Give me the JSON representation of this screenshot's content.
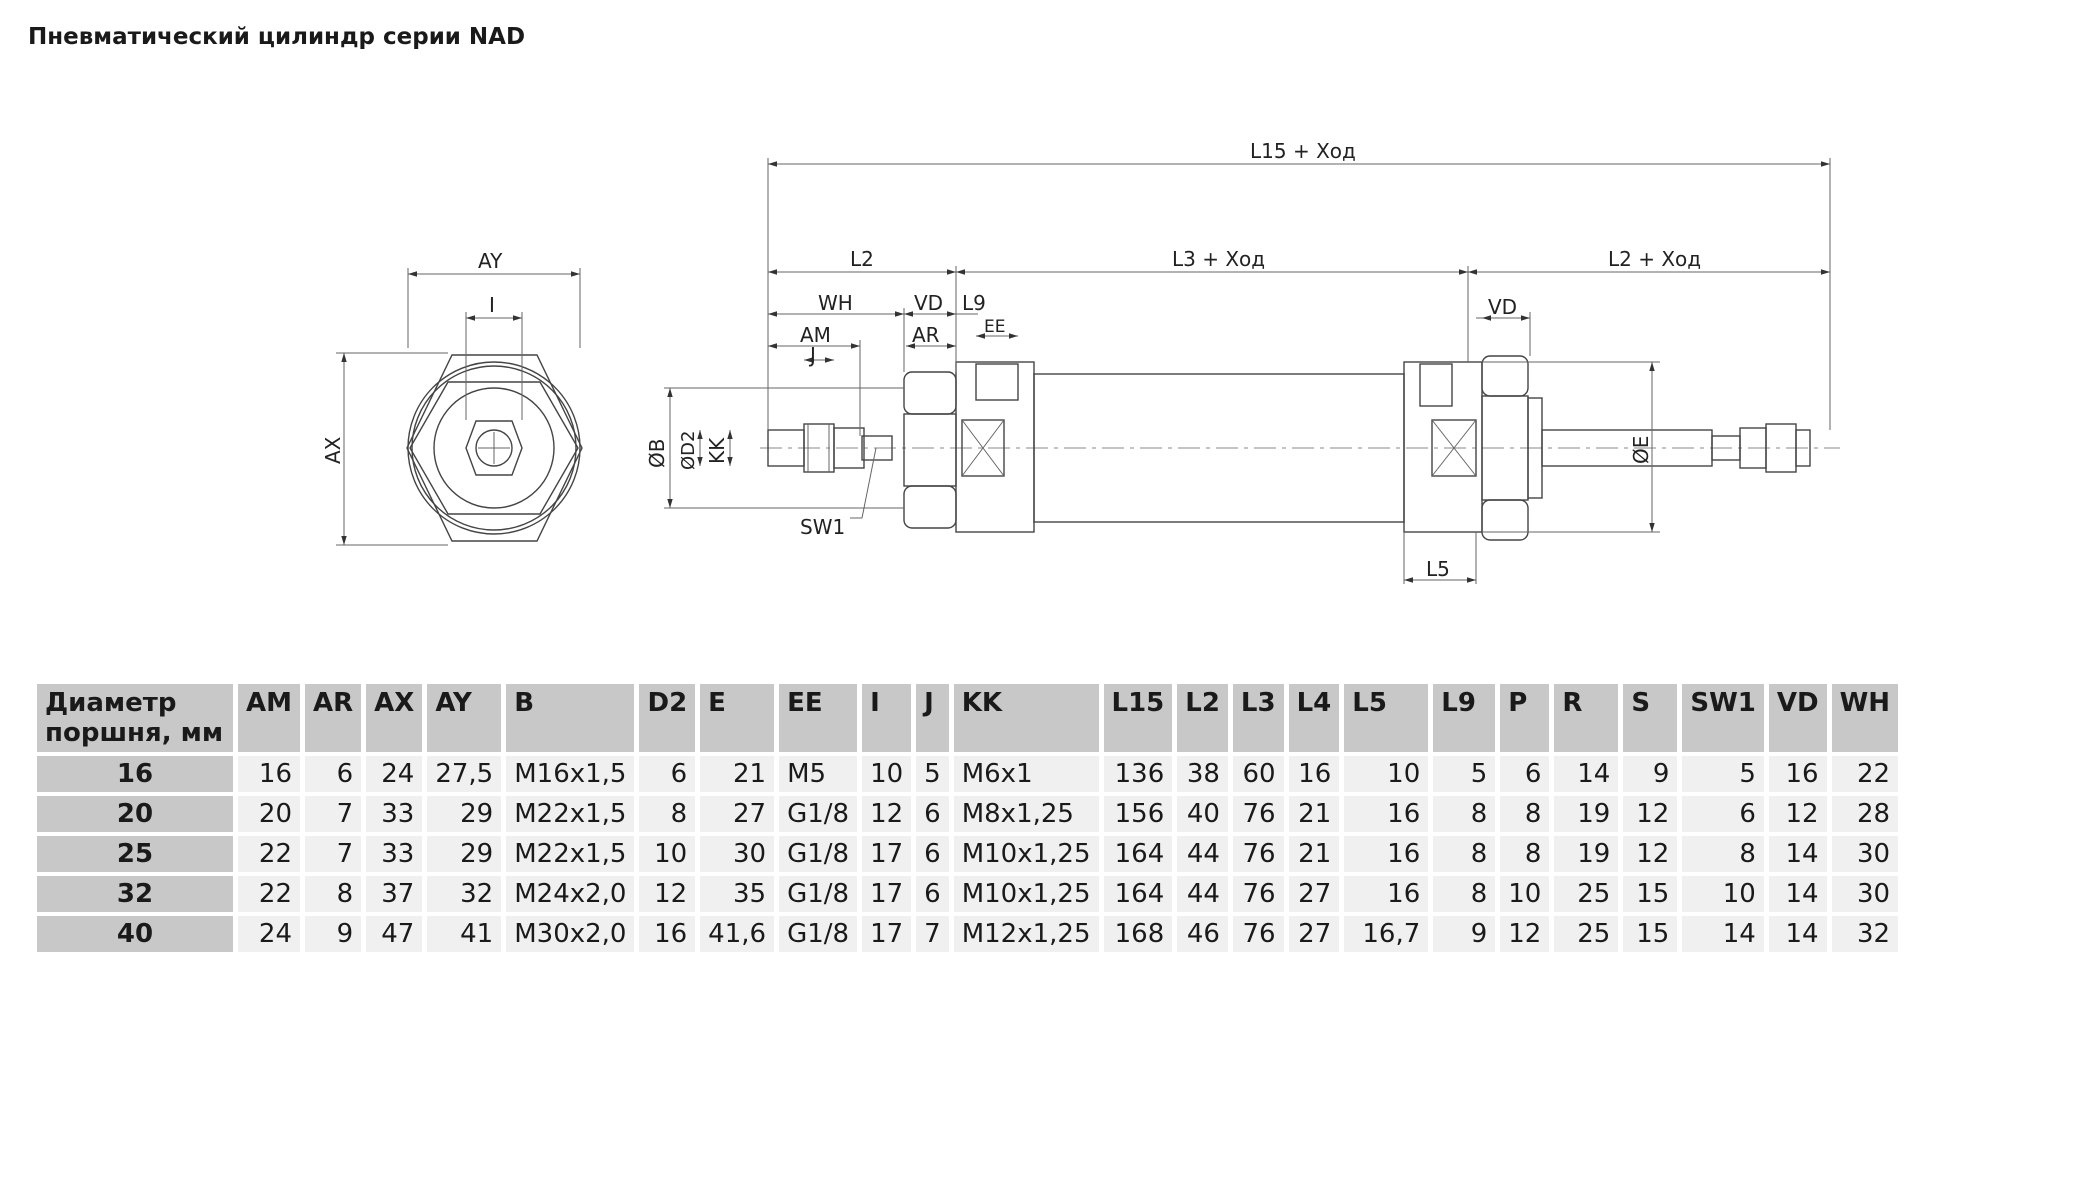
{
  "title": "Пневматический цилиндр серии NAD",
  "drawing_labels": {
    "ay": "AY",
    "i": "I",
    "ax": "AX",
    "l15": "L15 + Ход",
    "l2": "L2",
    "l3": "L3 + Ход",
    "l2b": "L2 + Ход",
    "wh": "WH",
    "vd": "VD",
    "l9": "L9",
    "am": "AM",
    "ar": "AR",
    "ee": "EE",
    "j": "J",
    "vd2": "VD",
    "ob": "ØB",
    "od2": "ØD2",
    "kk": "KK",
    "sw1": "SW1",
    "oe": "ØE",
    "l5": "L5"
  },
  "table": {
    "headers": [
      "Диаметр поршня, мм",
      "AM",
      "AR",
      "AX",
      "AY",
      "B",
      "D2",
      "E",
      "EE",
      "I",
      "J",
      "KK",
      "L15",
      "L2",
      "L3",
      "L4",
      "L5",
      "L9",
      "P",
      "R",
      "S",
      "SW1",
      "VD",
      "WH"
    ],
    "rows": [
      [
        "16",
        "16",
        "6",
        "24",
        "27,5",
        "M16x1,5",
        "6",
        "21",
        "M5",
        "10",
        "5",
        "M6x1",
        "136",
        "38",
        "60",
        "16",
        "10",
        "5",
        "6",
        "14",
        "9",
        "5",
        "16",
        "22"
      ],
      [
        "20",
        "20",
        "7",
        "33",
        "29",
        "M22x1,5",
        "8",
        "27",
        "G1/8",
        "12",
        "6",
        "M8x1,25",
        "156",
        "40",
        "76",
        "21",
        "16",
        "8",
        "8",
        "19",
        "12",
        "6",
        "12",
        "28"
      ],
      [
        "25",
        "22",
        "7",
        "33",
        "29",
        "M22x1,5",
        "10",
        "30",
        "G1/8",
        "17",
        "6",
        "M10x1,25",
        "164",
        "44",
        "76",
        "21",
        "16",
        "8",
        "8",
        "19",
        "12",
        "8",
        "14",
        "30"
      ],
      [
        "32",
        "22",
        "8",
        "37",
        "32",
        "M24x2,0",
        "12",
        "35",
        "G1/8",
        "17",
        "6",
        "M10x1,25",
        "164",
        "44",
        "76",
        "27",
        "16",
        "8",
        "10",
        "25",
        "15",
        "10",
        "14",
        "30"
      ],
      [
        "40",
        "24",
        "9",
        "47",
        "41",
        "M30x2,0",
        "16",
        "41,6",
        "G1/8",
        "17",
        "7",
        "M12x1,25",
        "168",
        "46",
        "76",
        "27",
        "16,7",
        "9",
        "12",
        "25",
        "15",
        "14",
        "14",
        "32"
      ]
    ]
  }
}
